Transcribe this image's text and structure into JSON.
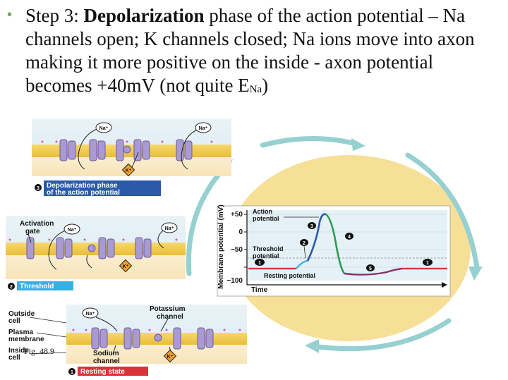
{
  "bullet": {
    "prefix": "Step 3: ",
    "bold": "Depolarization",
    "rest": " phase of the action potential – Na channels open; K channels closed; Na ions move into axon making it more positive on the inside - axon potential becomes +40mV (not quite E",
    "sub": "Na",
    "end": ")"
  },
  "panels": {
    "depol": {
      "num": "3",
      "caption_line1": "Depolarization phase",
      "caption_line2": "of the action potential"
    },
    "threshold": {
      "num": "2",
      "caption": "Threshold",
      "activation_gate": "Activation",
      "activation_gate2": "gate"
    },
    "resting": {
      "num": "1",
      "caption": "Resting state"
    }
  },
  "ions": {
    "na": "Na⁺",
    "k": "K⁺"
  },
  "labels": {
    "outside_cell": [
      "Outside",
      "cell"
    ],
    "plasma_membrane": [
      "Plasma",
      "membrane"
    ],
    "inside_cell": [
      "Inside",
      "cell"
    ],
    "fig": "Fig. 48.9",
    "potassium_channel": [
      "Potassium",
      "channel"
    ],
    "sodium_channel": [
      "Sodium",
      "channel"
    ]
  },
  "graph": {
    "ylabel": "Membrane potential (mV)",
    "xlabel": "Time",
    "yticks": [
      "+50",
      "0",
      "−50",
      "−100"
    ],
    "action_potential": [
      "Action",
      "potential"
    ],
    "threshold_potential": [
      "Threshold",
      "potential"
    ],
    "resting_potential": "Resting potential",
    "markers": [
      "1",
      "2",
      "3",
      "4",
      "5",
      "1"
    ]
  },
  "colors": {
    "membrane": "#f2cc54",
    "channel": "#a99bd1",
    "cycle_arrow": "#96d0d0",
    "graph_oval": "#f6df97",
    "depol_caption": "#2a5aa8",
    "threshold_caption": "#3aaee0",
    "resting_caption": "#d93338",
    "bullet": "#7aa35f"
  }
}
